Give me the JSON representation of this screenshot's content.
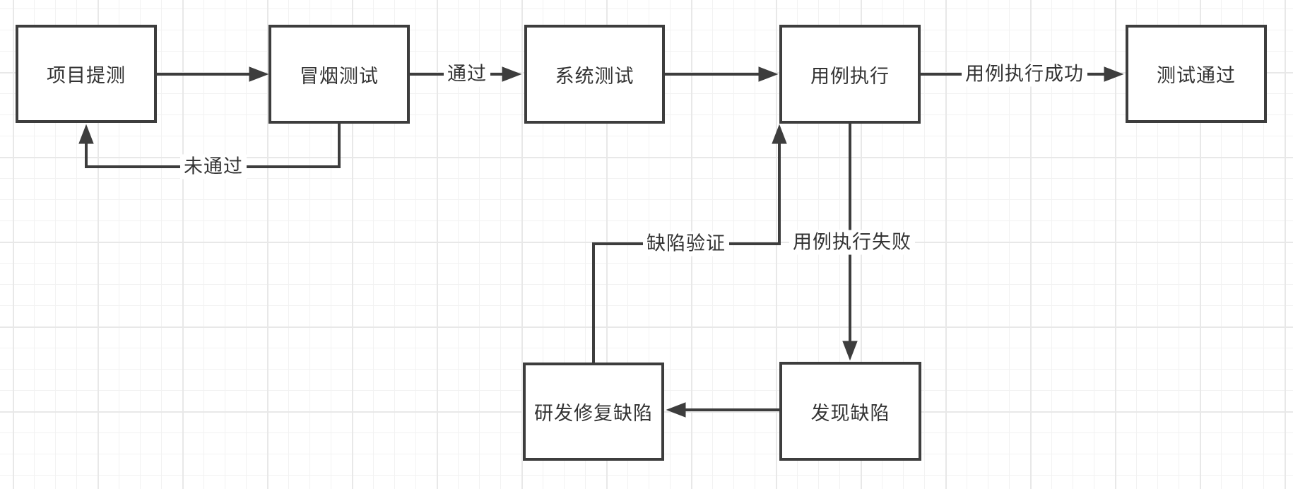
{
  "diagram": {
    "nodes": [
      {
        "id": "project-submission",
        "label": "项目提测"
      },
      {
        "id": "smoke-test",
        "label": "冒烟测试"
      },
      {
        "id": "system-test",
        "label": "系统测试"
      },
      {
        "id": "case-execution",
        "label": "用例执行"
      },
      {
        "id": "test-passed",
        "label": "测试通过"
      },
      {
        "id": "dev-fix-defect",
        "label": "研发修复缺陷"
      },
      {
        "id": "defect-found",
        "label": "发现缺陷"
      }
    ],
    "edges": [
      {
        "from": "项目提测",
        "to": "冒烟测试",
        "label": ""
      },
      {
        "from": "冒烟测试",
        "to": "系统测试",
        "label": "通过"
      },
      {
        "from": "系统测试",
        "to": "用例执行",
        "label": ""
      },
      {
        "from": "用例执行",
        "to": "测试通过",
        "label": "用例执行成功"
      },
      {
        "from": "冒烟测试",
        "to": "项目提测",
        "label": "未通过"
      },
      {
        "from": "用例执行",
        "to": "发现缺陷",
        "label": "用例执行失败"
      },
      {
        "from": "发现缺陷",
        "to": "研发修复缺陷",
        "label": ""
      },
      {
        "from": "研发修复缺陷",
        "to": "用例执行",
        "label": "缺陷验证"
      }
    ],
    "colors": {
      "stroke": "#3d3d3d",
      "text": "#333333",
      "node_fill": "#ffffff",
      "background": "#ffffff",
      "grid_minor": "#f2f2f2",
      "grid_major": "#e8e8e8"
    }
  }
}
